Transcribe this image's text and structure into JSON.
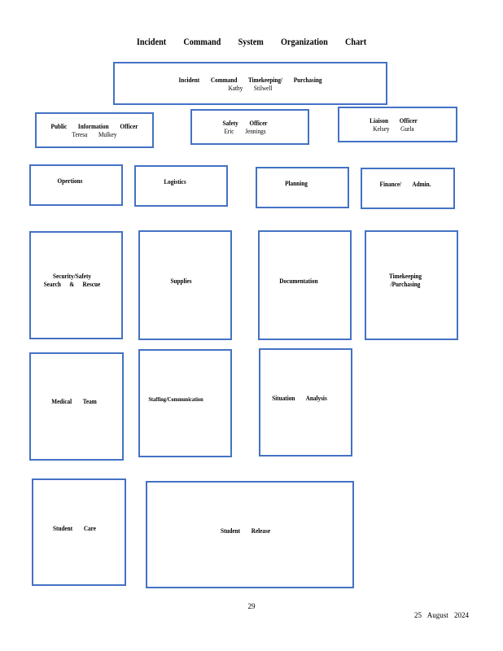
{
  "title": "Incident Command System Organization Chart",
  "top": {
    "command": {
      "title": "Incident Command Timekeeping/ Purchasing",
      "name": "Kathy Stilwell"
    }
  },
  "staff": {
    "public_info": {
      "title": "Public Information Officer",
      "name": "Teresa Mulkey"
    },
    "safety": {
      "title": "Safety Officer",
      "name": "Eric Jennings"
    },
    "liaison": {
      "title": "Liaison Officer",
      "name": "Kelsey Gurla"
    }
  },
  "sections": {
    "operations": "Opertions",
    "logistics": "Logistics",
    "planning": "Planning",
    "finance": "Finance/ Admin."
  },
  "units": {
    "security_line1": "Security/Safety",
    "security_line2": "Search & Rescue",
    "supplies": "Supplies",
    "documentation": "Documentation",
    "timekeeping_line1": "Timekeeping",
    "timekeeping_line2": "/Purchasing",
    "medical": "Medical Team",
    "staffing": "Staffing/Communication",
    "situation": "Situation Analysis",
    "student_care": "Student Care",
    "student_release": "Student Release"
  },
  "footer": {
    "page": "29",
    "date": "25 August 2024"
  },
  "colors": {
    "box_border": "#4472c4"
  }
}
